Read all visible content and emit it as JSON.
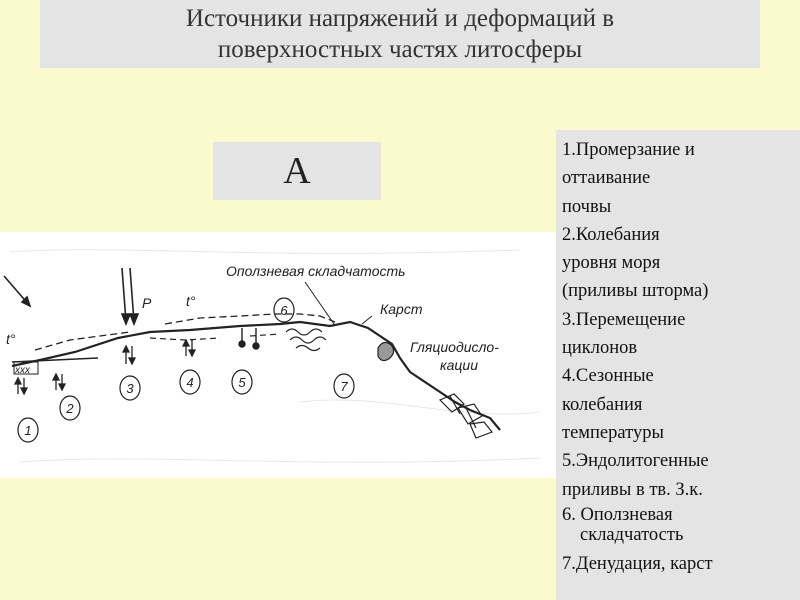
{
  "title": {
    "line1": "Источники напряжений и деформаций в",
    "line2": "поверхностных частях литосферы"
  },
  "panel_label": "A",
  "list": {
    "lines": [
      "1.Промерзание и",
      "оттаивание",
      "почвы",
      "2.Колебания",
      "уровня моря",
      "(приливы шторма)",
      "3.Перемещение",
      " циклонов",
      "4.Сезонные",
      "колебания",
      "температуры",
      "5.Эндолитогенные",
      "приливы в тв. З.к.",
      "6. Оползневая",
      "складчатость",
      "7.Денудация, карст"
    ]
  },
  "diagram": {
    "labels": {
      "landslide": "Оползневая складчатость",
      "karst": "Карст",
      "glacio1": "Гляциодисло-",
      "glacio2": "кации",
      "temp_left": "t°",
      "temp_mid": "t°",
      "pressure": "P",
      "ice": "xxx"
    },
    "numbers": [
      "1",
      "2",
      "3",
      "4",
      "5",
      "6",
      "7"
    ]
  },
  "colors": {
    "background": "#fbfacf",
    "panel": "#e4e4e4",
    "ink": "#222222"
  }
}
